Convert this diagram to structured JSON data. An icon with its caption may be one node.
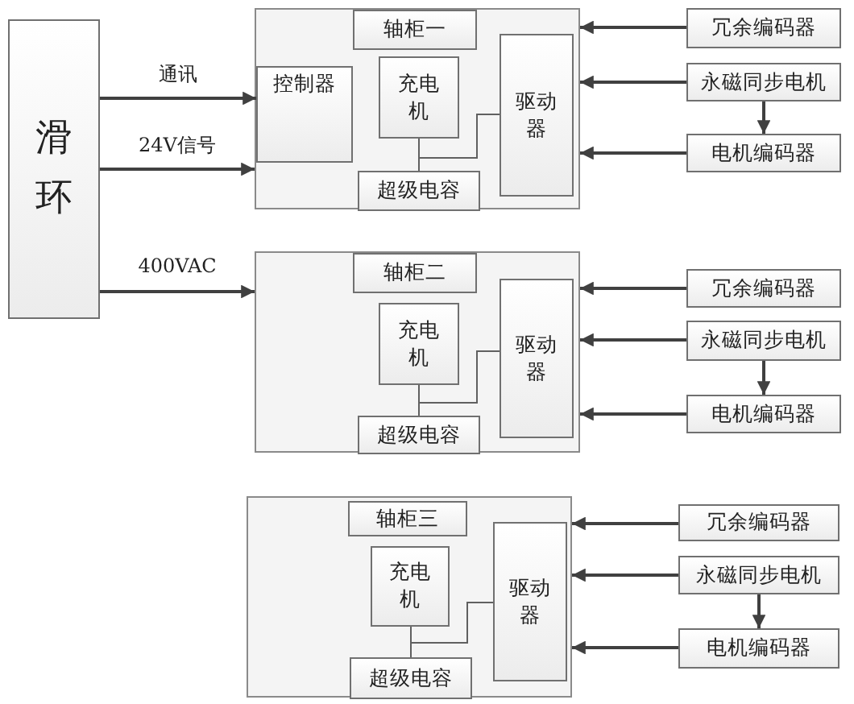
{
  "diagram": {
    "nodes": [
      {
        "text": [
          "滑环"
        ]
      },
      {
        "text": [],
        "shape": "box"
      },
      {
        "text": [
          "轴柜一"
        ],
        "in": 1
      },
      {
        "text": [
          "控制器"
        ],
        "in": 1
      },
      {
        "text": [
          "充电机"
        ],
        "in": 1
      },
      {
        "text": [
          "超级电容"
        ],
        "in": 1
      },
      {
        "text": [
          "驱动器"
        ],
        "in": 1
      },
      {
        "text": [
          "冗余编码器"
        ]
      },
      {
        "text": [
          "永磁同步电机"
        ]
      },
      {
        "text": [
          "电机编码器"
        ]
      },
      {
        "text": [],
        "shape": "box"
      },
      {
        "text": [
          "轴柜二"
        ],
        "in": 10
      },
      {
        "text": [
          "充电机"
        ],
        "in": 10
      },
      {
        "text": [
          "超级电容"
        ],
        "in": 10
      },
      {
        "text": [
          "驱动器"
        ],
        "in": 10
      },
      {
        "text": [
          "冗余编码器"
        ]
      },
      {
        "text": [
          "永磁同步电机"
        ]
      },
      {
        "text": [
          "电机编码器"
        ]
      },
      {
        "text": [],
        "shape": "box"
      },
      {
        "text": [
          "轴柜三"
        ],
        "in": 18
      },
      {
        "text": [
          "充电机"
        ],
        "in": 18
      },
      {
        "text": [
          "超级电容"
        ],
        "in": 18
      },
      {
        "text": [
          "驱动器"
        ],
        "in": 18
      },
      {
        "text": [
          "冗余编码器"
        ]
      },
      {
        "text": [
          "永磁同步电机"
        ]
      },
      {
        "text": [
          "电机编码器"
        ]
      }
    ],
    "edges": [
      {
        "from": 0,
        "to": 3,
        "arrow": "to",
        "label": "通讯"
      },
      {
        "from": 0,
        "to": 1,
        "arrow": "to",
        "label": "24V信号"
      },
      {
        "from": 0,
        "to": 10,
        "arrow": "to",
        "label": "400VAC"
      },
      {
        "from": 7,
        "to": 1,
        "arrow": "to"
      },
      {
        "from": 8,
        "to": 1,
        "arrow": "to"
      },
      {
        "from": 9,
        "to": 1,
        "arrow": "to"
      },
      {
        "from": 8,
        "to": 9,
        "arrow": "to"
      },
      {
        "from": 4,
        "to": 5,
        "arrow": "none"
      },
      {
        "from": 4,
        "to": 6,
        "arrow": "none"
      },
      {
        "from": 15,
        "to": 10,
        "arrow": "to"
      },
      {
        "from": 16,
        "to": 10,
        "arrow": "to"
      },
      {
        "from": 17,
        "to": 10,
        "arrow": "to"
      },
      {
        "from": 16,
        "to": 17,
        "arrow": "to"
      },
      {
        "from": 12,
        "to": 13,
        "arrow": "none"
      },
      {
        "from": 12,
        "to": 14,
        "arrow": "none"
      },
      {
        "from": 23,
        "to": 18,
        "arrow": "to"
      },
      {
        "from": 24,
        "to": 18,
        "arrow": "to"
      },
      {
        "from": 25,
        "to": 18,
        "arrow": "to"
      },
      {
        "from": 24,
        "to": 25,
        "arrow": "to"
      },
      {
        "from": 20,
        "to": 21,
        "arrow": "none"
      },
      {
        "from": 20,
        "to": 22,
        "arrow": "none"
      }
    ]
  }
}
